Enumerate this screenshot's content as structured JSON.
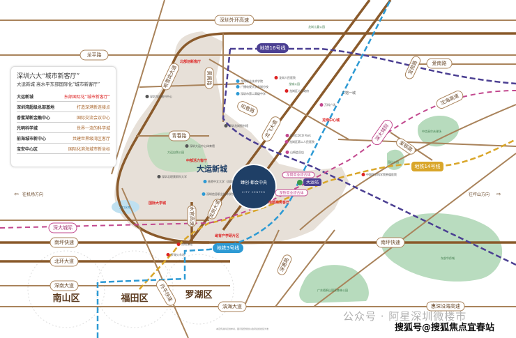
{
  "legend": {
    "title": "深圳六大“城市新客厅”",
    "subtitle": "大运新城 高水平东部国际化“城市新客厅”",
    "rows": [
      {
        "name": "大运新城",
        "desc": "东部国际化“城市新客厅”"
      },
      {
        "name": "深圳湾超级总部基地",
        "desc": "打造深港新连接点"
      },
      {
        "name": "香蜜湖新金融中心",
        "desc": "国际交流会议中心"
      },
      {
        "name": "光明科学城",
        "desc": "世界一流的科学城"
      },
      {
        "name": "前海城市新中心",
        "desc": "共建世界级湾区客厅"
      },
      {
        "name": "宝安中心区",
        "desc": "国际化滨海城市新坐标"
      }
    ]
  },
  "roads": {
    "outer_ring": "深圳外环高速",
    "longping": "龙平路",
    "ainan": "爱南路",
    "shenhai": "沈海高速",
    "nanping": "南坪快速",
    "beihuan": "北环大道",
    "shennan": "深南大道",
    "binhai": "滨海大道",
    "huishen": "惠深沿海高速",
    "danping": "丹平快速",
    "qingchun": "青春路",
    "ruyi": "如意路",
    "longfei": "龙飞大道",
    "huangge": "黄阁路",
    "bantian": "坂雪岗大道",
    "shuiguan": "水官高速",
    "shenhui": "深惠路",
    "baohe": "宝荷路",
    "longgang": "龙岗大道",
    "ailian": "爱联路"
  },
  "metro": {
    "line16": "地铁16号线",
    "line14": "地铁14号线",
    "line3": "地铁3号线",
    "intercity_left": "深大城际",
    "intercity_right": "深大城际"
  },
  "colors": {
    "line16": "#4b3f92",
    "line14": "#d9a62a",
    "line3": "#2d9ad4",
    "intercity": "#c2488e",
    "road": "#8a5a2b",
    "project": "#1f3f66"
  },
  "directions": {
    "airport": "往机场方向",
    "pingshan": "往坪山方向"
  },
  "districts": {
    "nanshan": "南山区",
    "futian": "福田区",
    "luohu": "罗湖区"
  },
  "areas": {
    "dayun": "大运新城",
    "intl_university": "国际大学城",
    "central_vitality": "中部活力客厅",
    "longgang_center": "龙岗中心城",
    "innovation": "北部创新客厅",
    "south_hall": "南部商务客厅",
    "industry": "坳背产学研片区",
    "sanzhong": "三馆一城"
  },
  "project": {
    "name": "臻创·都会中央",
    "en": "CITY CENTER"
  },
  "stations": {
    "dayun": "大运站"
  },
  "commerce": {
    "a": "龙岗商业综合体",
    "b": "深铁商业综合体"
  },
  "parks": {
    "golf": "中信高尔夫球场",
    "wutong": "广东梧桐山国家森林公园",
    "ocT": "东部华侨城",
    "longkou": "龙口水库",
    "children": "龙岗儿童公园",
    "dayun_park": "大运自然公园",
    "longcheng": "龙城公园",
    "yuanshan": "园山公园"
  },
  "pois": [
    "龙岗职业技术学院",
    "广播电视大学龙岗分校",
    "深圳市第二高级中学",
    "龙岗人民医院",
    "龙岗区人民政府",
    "深圳龙岗图书馆",
    "深圳龙岗图书中心",
    "龙岗区第二人民医院",
    "深圳大运中心体育馆",
    "深圳北理莫斯科大学",
    "香港中文大学（深圳）",
    "深圳信息职业技术学院",
    "罗湖火车站",
    "深圳东站",
    "中国医学科学院肿瘤医院",
    "万科广场",
    "星河COCO Park",
    "山姆会员店"
  ],
  "watermarks": {
    "wechat": "公众号 · 阿星深圳微楼市",
    "sohu": "搜狐号@搜狐焦点宜春站"
  },
  "disclaimer": "本宣传资料仅供参考，图示配套规划以政府最终批复为准"
}
